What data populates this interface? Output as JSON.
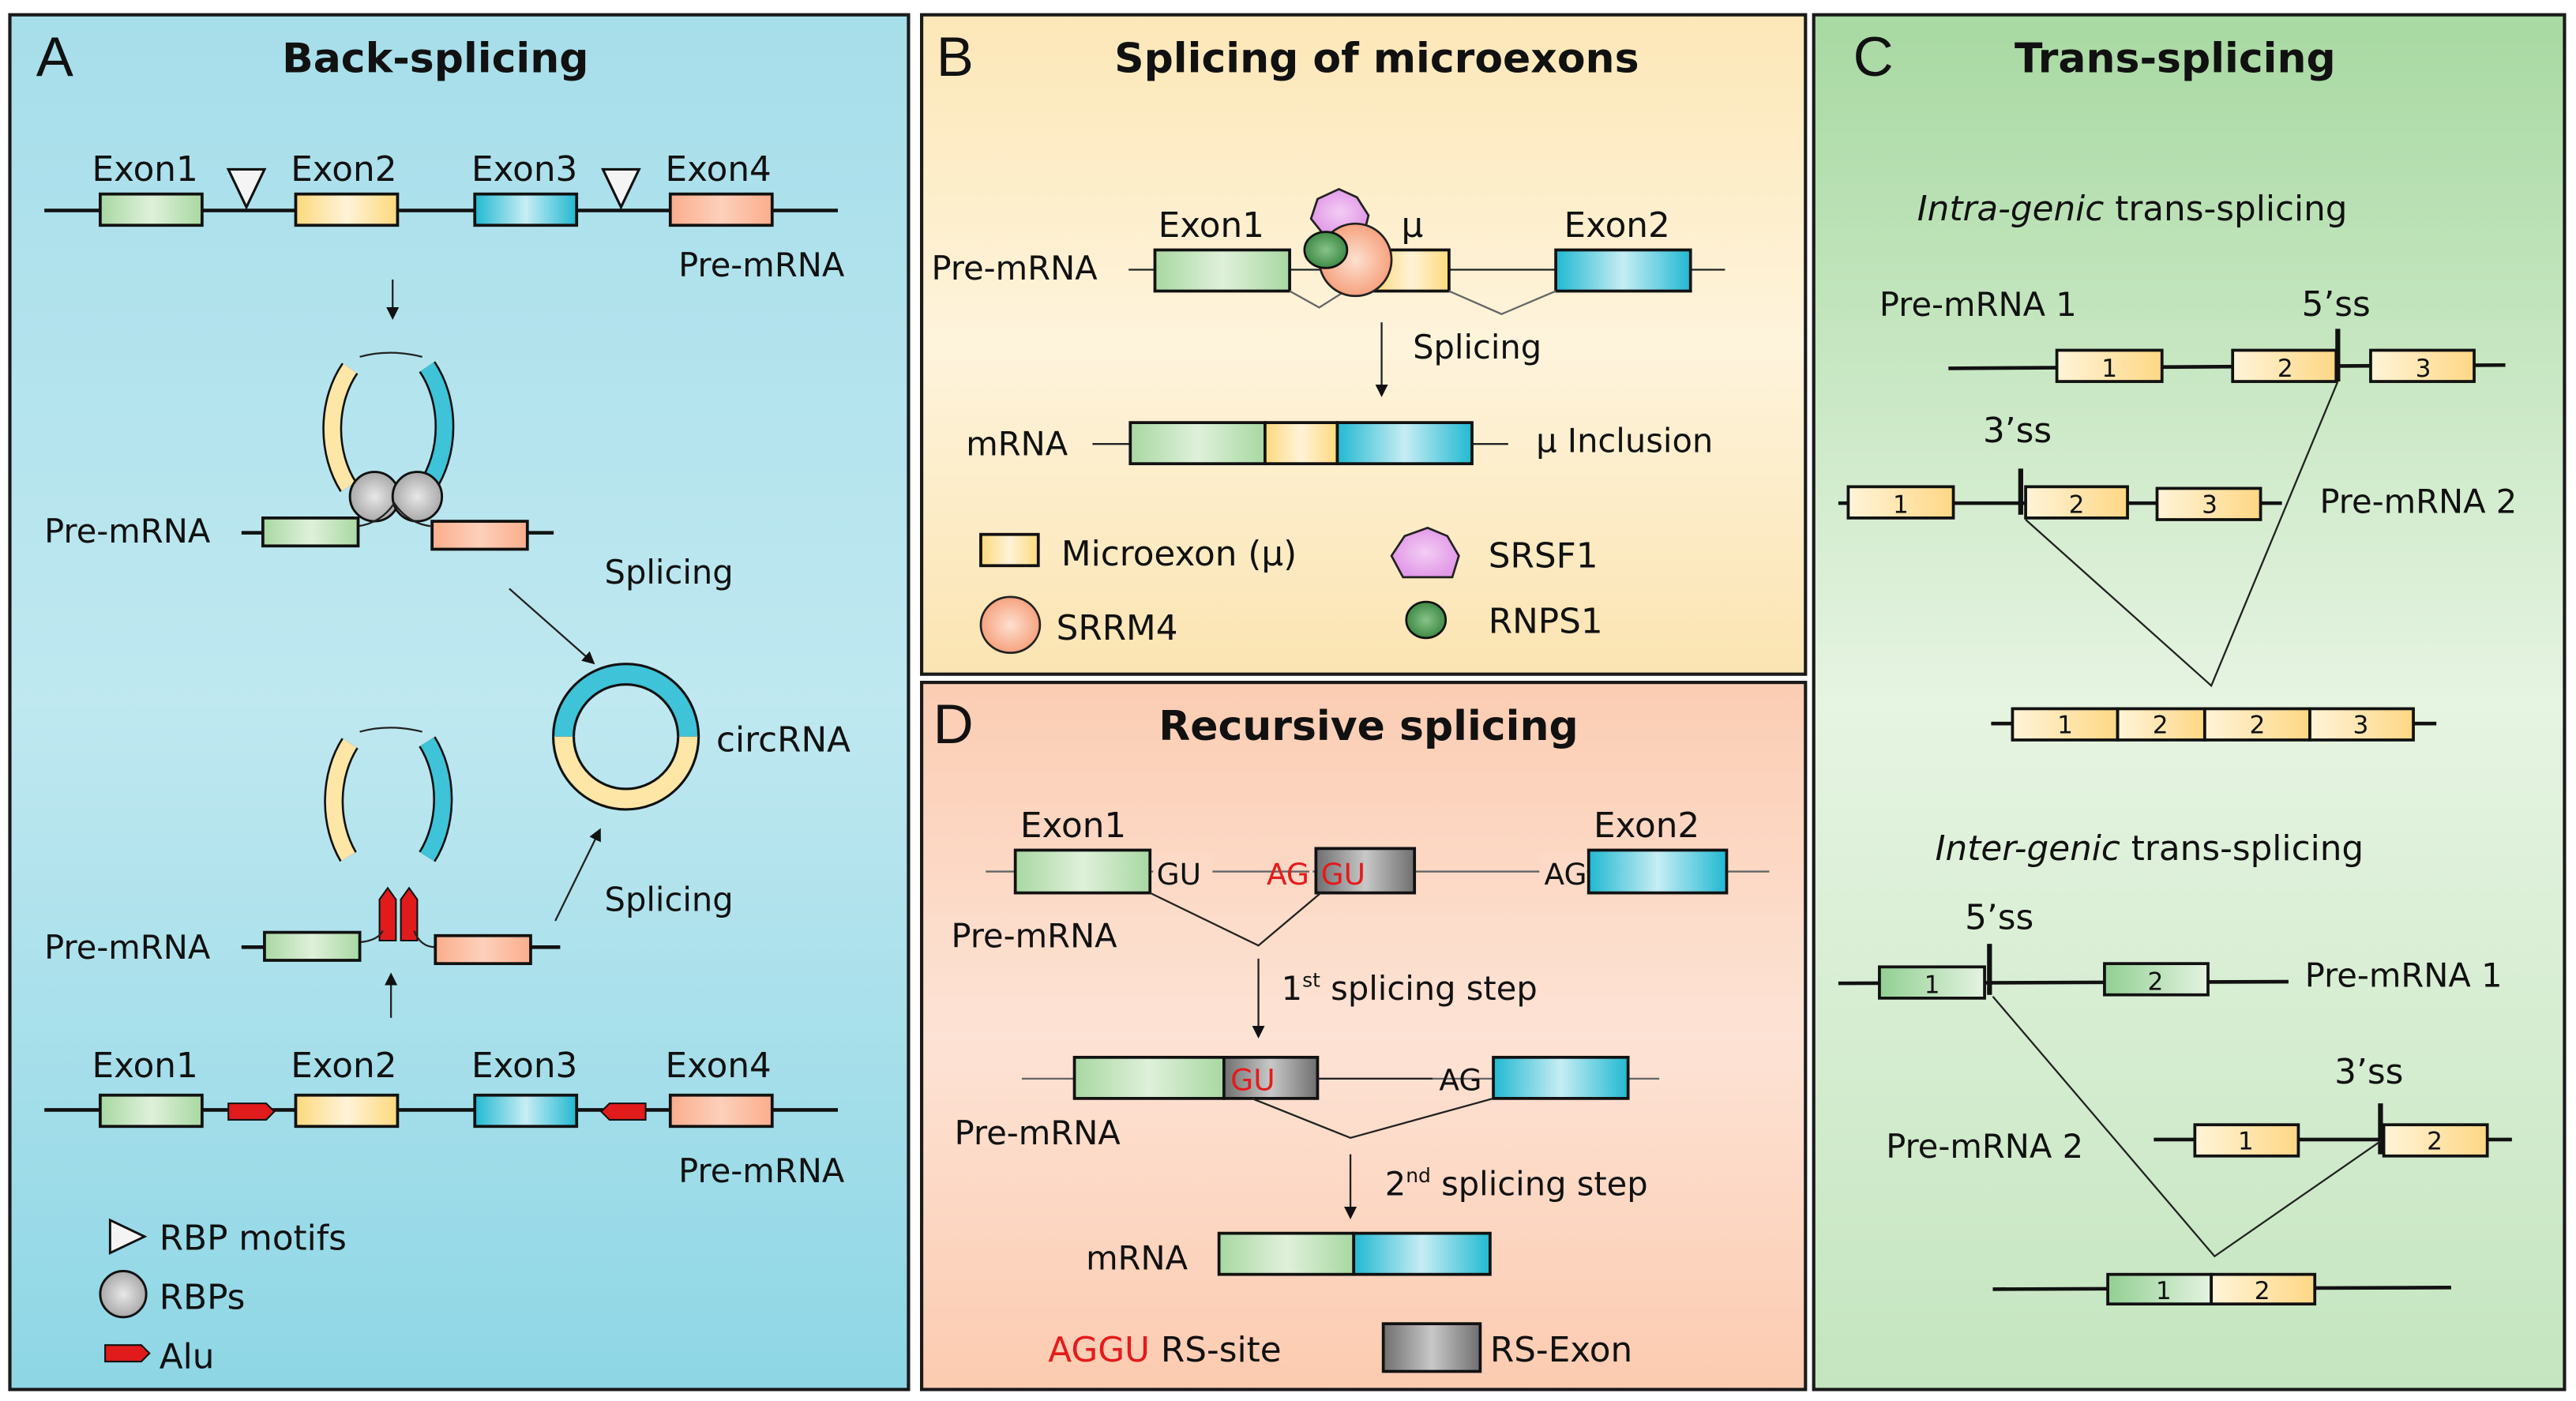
{
  "figure": {
    "colors": {
      "panelA_bg": "#ade2ec",
      "panelB_bg": "#fdeec8",
      "panelC_bg": "#c7e7c2",
      "panelD_bg": "#fcd6c0",
      "exon_green": "#a9d9a4",
      "exon_yellow": "#fde08c",
      "exon_blue": "#2cbfd6",
      "exon_salmon": "#fbb393",
      "rs_exon_gray": "#8a8a8a",
      "alu_red": "#e11b1b",
      "srsf1_violet": "#e7a6ec",
      "srrm4_salmon": "#f9b591",
      "rnps1_green": "#4d9a52",
      "rbp_gray": "#c9c9c9",
      "site_red": "#e41b1b"
    },
    "panels": {
      "A": {
        "letter": "A",
        "title": "Back-splicing",
        "top_track": {
          "exons": [
            "Exon1",
            "Exon2",
            "Exon3",
            "Exon4"
          ],
          "label": "Pre-mRNA"
        },
        "rbp_loop_label": "Pre-mRNA",
        "alu_loop_label": "Pre-mRNA",
        "splicing_upper": "Splicing",
        "splicing_lower": "Splicing",
        "product": "circRNA",
        "bottom_track": {
          "exons": [
            "Exon1",
            "Exon2",
            "Exon3",
            "Exon4"
          ],
          "label": "Pre-mRNA"
        },
        "legend": [
          {
            "icon": "rbp-motif-triangle-icon",
            "label": "RBP motifs"
          },
          {
            "icon": "rbp-circle-icon",
            "label": "RBPs"
          },
          {
            "icon": "alu-element-icon",
            "label": "Alu"
          }
        ]
      },
      "B": {
        "letter": "B",
        "title": "Splicing of microexons",
        "pre_label": "Pre-mRNA",
        "exon1": "Exon1",
        "micro": "μ",
        "exon2": "Exon2",
        "step": "Splicing",
        "mrna_label": "mRNA",
        "outcome": "μ Inclusion",
        "legend": [
          {
            "icon": "microexon-box-icon",
            "label": "Microexon (μ)"
          },
          {
            "icon": "srsf1-heptagon-icon",
            "label": "SRSF1"
          },
          {
            "icon": "srrm4-circle-icon",
            "label": "SRRM4"
          },
          {
            "icon": "rnps1-circle-icon",
            "label": "RNPS1"
          }
        ]
      },
      "C": {
        "letter": "C",
        "title": "Trans-splicing",
        "intra": {
          "title_italic": "Intra-genic",
          "title_rest": " trans-splicing",
          "pre1_label": "Pre-mRNA 1",
          "pre2_label": "Pre-mRNA 2",
          "ss5": "5’ss",
          "ss3": "3’ss",
          "pre1_exons": [
            "1",
            "2",
            "3"
          ],
          "pre2_exons": [
            "1",
            "2",
            "3"
          ],
          "product_exons": [
            "1",
            "2",
            "2",
            "3"
          ]
        },
        "inter": {
          "title_italic": "Inter-genic",
          "title_rest": " trans-splicing",
          "pre1_label": "Pre-mRNA 1",
          "pre2_label": "Pre-mRNA 2",
          "ss5": "5’ss",
          "ss3": "3’ss",
          "pre1_exons": [
            "1",
            "2"
          ],
          "pre2_exons": [
            "1",
            "2"
          ],
          "product_exons": [
            "1",
            "2"
          ]
        }
      },
      "D": {
        "letter": "D",
        "title": "Recursive splicing",
        "exon1": "Exon1",
        "exon2": "Exon2",
        "gu1": "GU",
        "ag_red": "AG",
        "gu_red": "GU",
        "ag2": "AG",
        "pre1_label": "Pre-mRNA",
        "step1_num": "1",
        "step1_sup": "st",
        "step1_rest": " splicing step",
        "gu_mid": "GU",
        "ag_mid": "AG",
        "pre2_label": "Pre-mRNA",
        "step2_num": "2",
        "step2_sup": "nd",
        "step2_rest": " splicing step",
        "mrna_label": "mRNA",
        "legend_site_red": "AGGU",
        "legend_site_rest": " RS-site",
        "legend_exon": "RS-Exon"
      }
    }
  }
}
